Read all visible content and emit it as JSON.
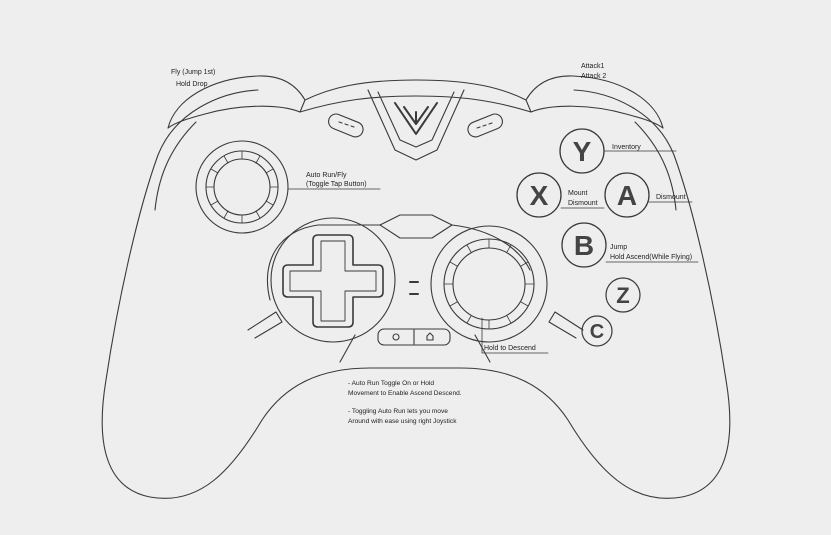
{
  "colors": {
    "background": "#eeeeee",
    "line": "#3a3a3a",
    "text": "#222222"
  },
  "labels": {
    "fly_jump": "Fly (Jump 1st)",
    "hold_drop": "Hold Drop",
    "attack1": "Attack1",
    "attack2": "Attack 2",
    "auto_run_1": "Auto Run/Fly",
    "auto_run_2": "(Toggle Tap Button)",
    "inventory": "Inventory",
    "mount_1": "Mount",
    "mount_2": "Dismount",
    "dismount": "Dismount",
    "jump_1": "Jump",
    "jump_2": "Hold Ascend(While Flying)",
    "hold_descend": "Hold to Descend"
  },
  "buttons": {
    "y": "Y",
    "x": "X",
    "a": "A",
    "b": "B",
    "z": "Z",
    "c": "C"
  },
  "notes": {
    "line1": "- Auto Run Toggle On or Hold",
    "line2": "Movement to Enable Ascend Descend.",
    "line3": "- Toggling Auto Run lets you move",
    "line4": "Around with ease using right Joystick"
  },
  "icons": {
    "logo": "brand-logo-icon",
    "dpad": "dpad-icon",
    "home": "home-icon",
    "screenshot": "screenshot-icon"
  }
}
